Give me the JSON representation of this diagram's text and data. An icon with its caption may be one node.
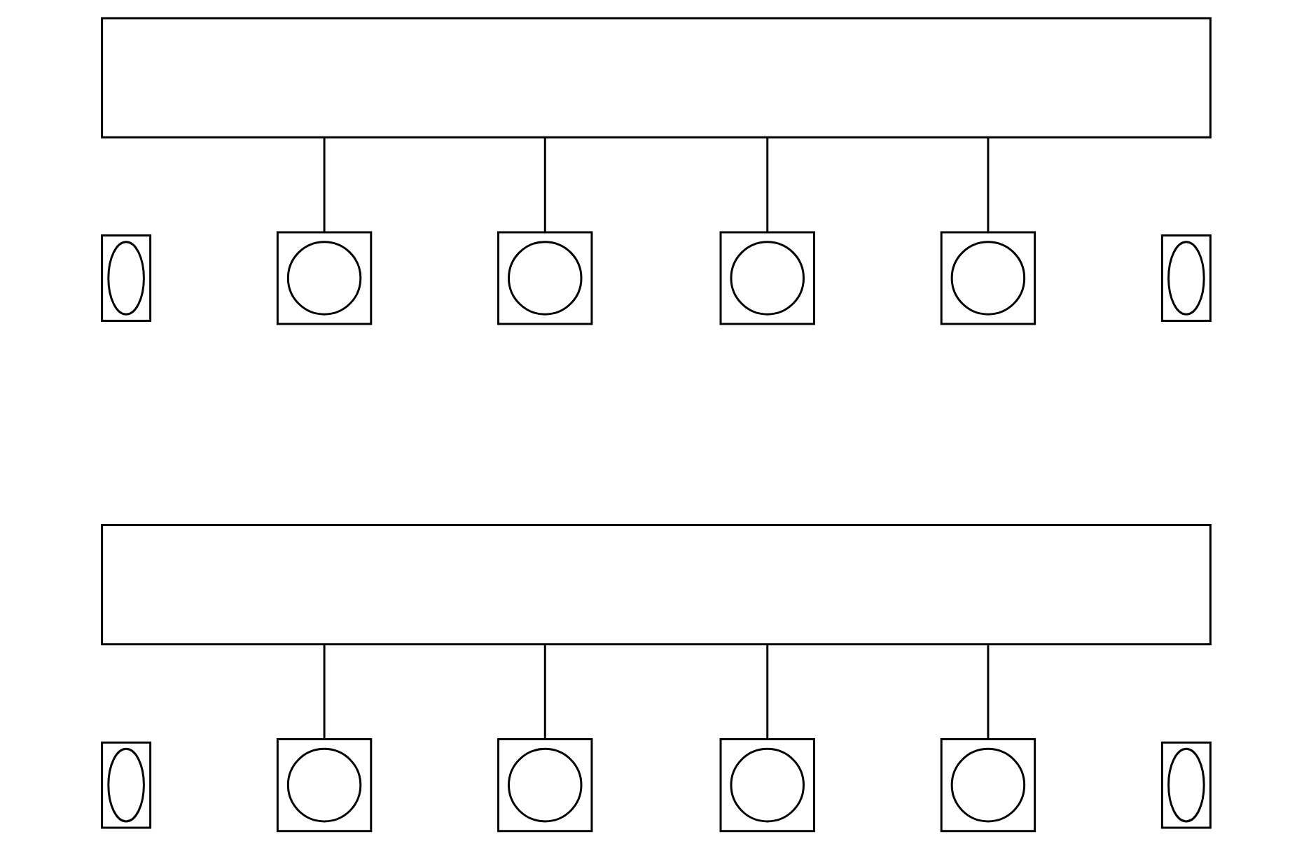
{
  "diagram": {
    "nodes": [
      {
        "text": [],
        "shape": "box"
      },
      {
        "text": [],
        "shape": "box"
      },
      {
        "text": [],
        "shape": "ellipse",
        "in": 1
      },
      {
        "text": [],
        "shape": "box"
      },
      {
        "text": [],
        "shape": "circle",
        "in": 3
      },
      {
        "text": [],
        "shape": "box"
      },
      {
        "text": [],
        "shape": "circle",
        "in": 5
      },
      {
        "text": [],
        "shape": "box"
      },
      {
        "text": [],
        "shape": "circle",
        "in": 7
      },
      {
        "text": [],
        "shape": "box"
      },
      {
        "text": [],
        "shape": "circle",
        "in": 9
      },
      {
        "text": [],
        "shape": "box"
      },
      {
        "text": [],
        "shape": "ellipse",
        "in": 11
      },
      {
        "text": [],
        "shape": "box"
      },
      {
        "text": [],
        "shape": "box"
      },
      {
        "text": [],
        "shape": "ellipse",
        "in": 14
      },
      {
        "text": [],
        "shape": "box"
      },
      {
        "text": [],
        "shape": "circle",
        "in": 16
      },
      {
        "text": [],
        "shape": "box"
      },
      {
        "text": [],
        "shape": "circle",
        "in": 18
      },
      {
        "text": [],
        "shape": "box"
      },
      {
        "text": [],
        "shape": "circle",
        "in": 20
      },
      {
        "text": [],
        "shape": "box"
      },
      {
        "text": [],
        "shape": "circle",
        "in": 22
      },
      {
        "text": [],
        "shape": "box"
      },
      {
        "text": [],
        "shape": "ellipse",
        "in": 24
      }
    ],
    "edges": [
      {
        "from": 0,
        "to": 3,
        "arrow": "none"
      },
      {
        "from": 0,
        "to": 5,
        "arrow": "none"
      },
      {
        "from": 0,
        "to": 7,
        "arrow": "none"
      },
      {
        "from": 0,
        "to": 9,
        "arrow": "none"
      },
      {
        "from": 13,
        "to": 16,
        "arrow": "none"
      },
      {
        "from": 13,
        "to": 18,
        "arrow": "none"
      },
      {
        "from": 13,
        "to": 20,
        "arrow": "none"
      },
      {
        "from": 13,
        "to": 22,
        "arrow": "none"
      }
    ]
  }
}
